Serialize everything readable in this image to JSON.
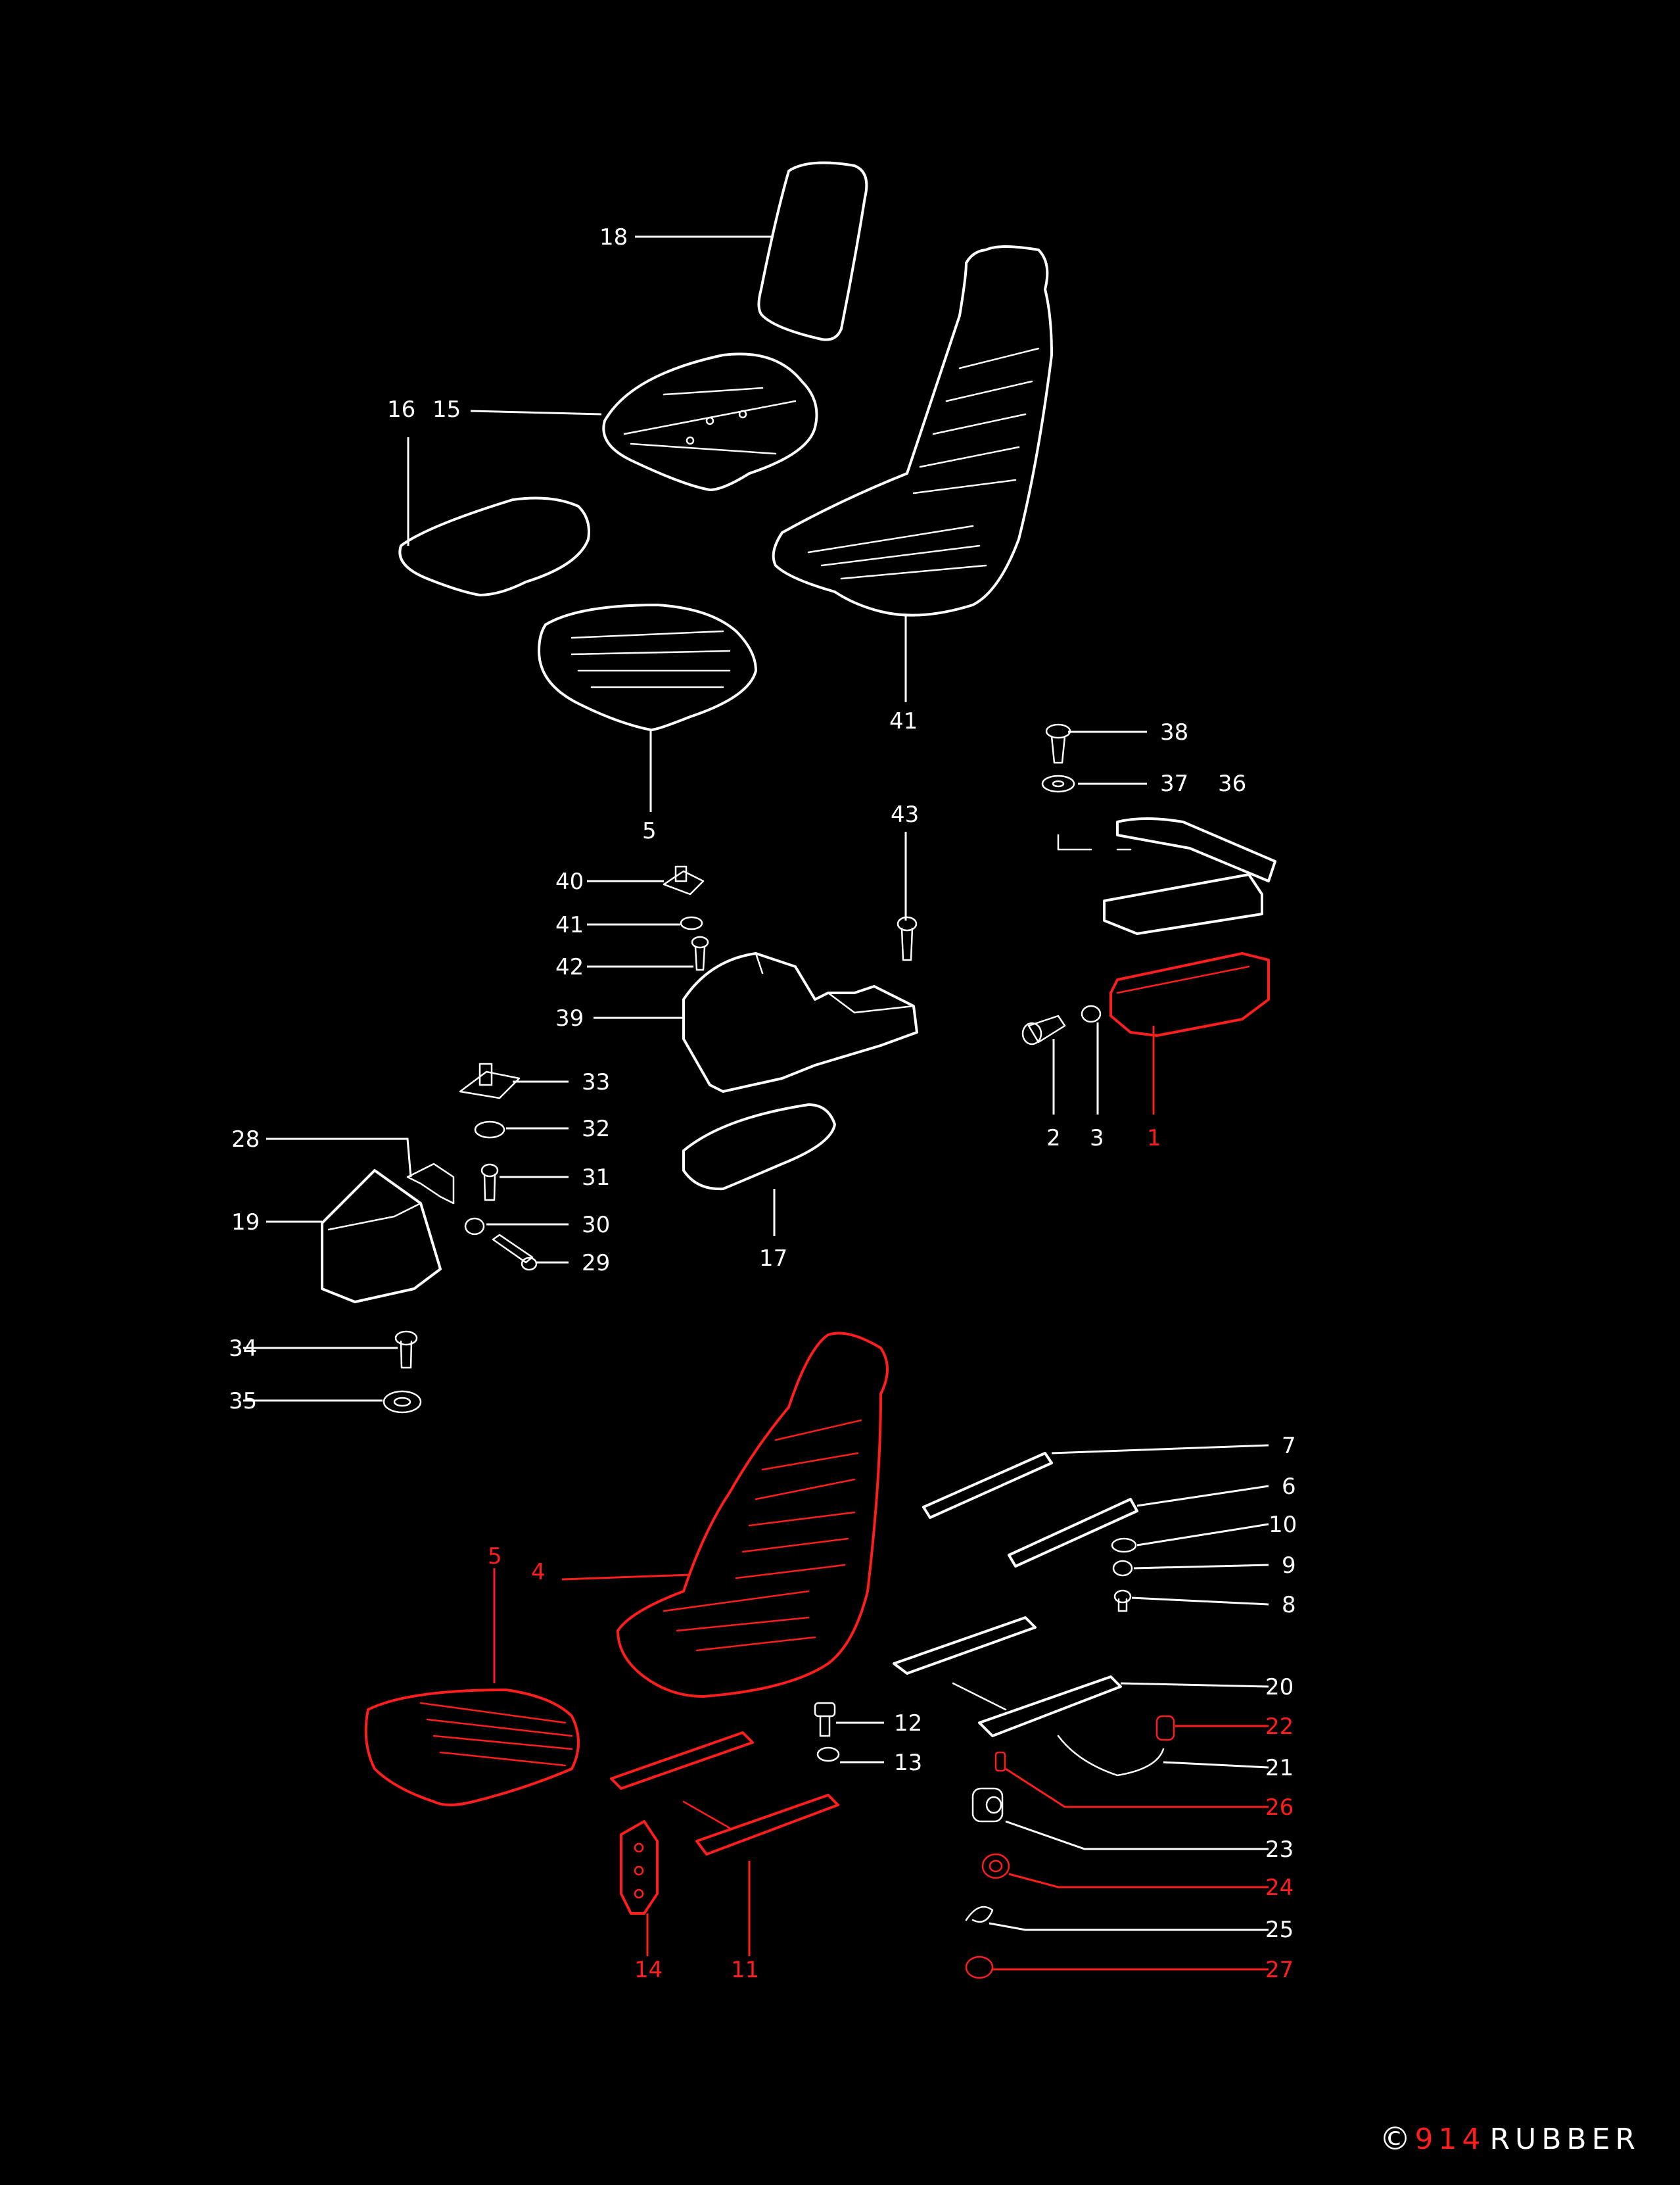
{
  "brand": {
    "copyright_symbol": "©",
    "number": "914",
    "word": "RUBBER"
  },
  "colors": {
    "background": "#000000",
    "line_white": "#ffffff",
    "accent_red": "#ff1e1e"
  },
  "callouts": {
    "c18": "18",
    "c16": "16",
    "c15": "15",
    "c41": "41",
    "c5a": "5",
    "c38": "38",
    "c37": "37",
    "c36": "36",
    "c43": "43",
    "c40": "40",
    "c41b": "41",
    "c42": "42",
    "c39": "39",
    "c2": "2",
    "c3": "3",
    "c1": "1",
    "c33": "33",
    "c32": "32",
    "c31": "31",
    "c30": "30",
    "c29": "29",
    "c28": "28",
    "c19": "19",
    "c17": "17",
    "c34": "34",
    "c35": "35",
    "c7": "7",
    "c6": "6",
    "c10": "10",
    "c9": "9",
    "c8": "8",
    "c5b": "5",
    "c4": "4",
    "c20": "20",
    "c22": "22",
    "c12": "12",
    "c13": "13",
    "c21": "21",
    "c26": "26",
    "c23": "23",
    "c24": "24",
    "c25": "25",
    "c27": "27",
    "c14": "14",
    "c11": "11"
  }
}
